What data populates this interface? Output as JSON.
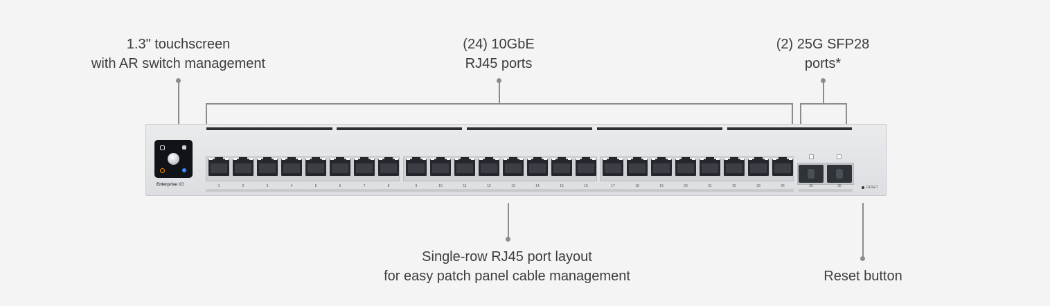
{
  "callouts": {
    "touchscreen": {
      "line1": "1.3\" touchscreen",
      "line2": "with AR switch management"
    },
    "rj45": {
      "line1": "(24) 10GbE",
      "line2": "RJ45 ports"
    },
    "sfp": {
      "line1": "(2) 25G SFP28",
      "line2": "ports*"
    },
    "layout": {
      "line1": "Single-row RJ45 port layout",
      "line2": "for easy patch panel cable management"
    },
    "reset": {
      "line1": "Reset button"
    }
  },
  "device": {
    "brand": "Enterprise",
    "model": "XG",
    "reset_label": "RESET",
    "rj45_ports": [
      "1",
      "2",
      "3",
      "4",
      "5",
      "6",
      "7",
      "8",
      "9",
      "10",
      "11",
      "12",
      "13",
      "14",
      "15",
      "16",
      "17",
      "18",
      "19",
      "20",
      "21",
      "22",
      "23",
      "24"
    ],
    "sfp_ports": [
      "25",
      "26"
    ]
  },
  "colors": {
    "leader": "#8c8c8c",
    "chassis": "#e3e5e8",
    "port": "#24272b"
  }
}
